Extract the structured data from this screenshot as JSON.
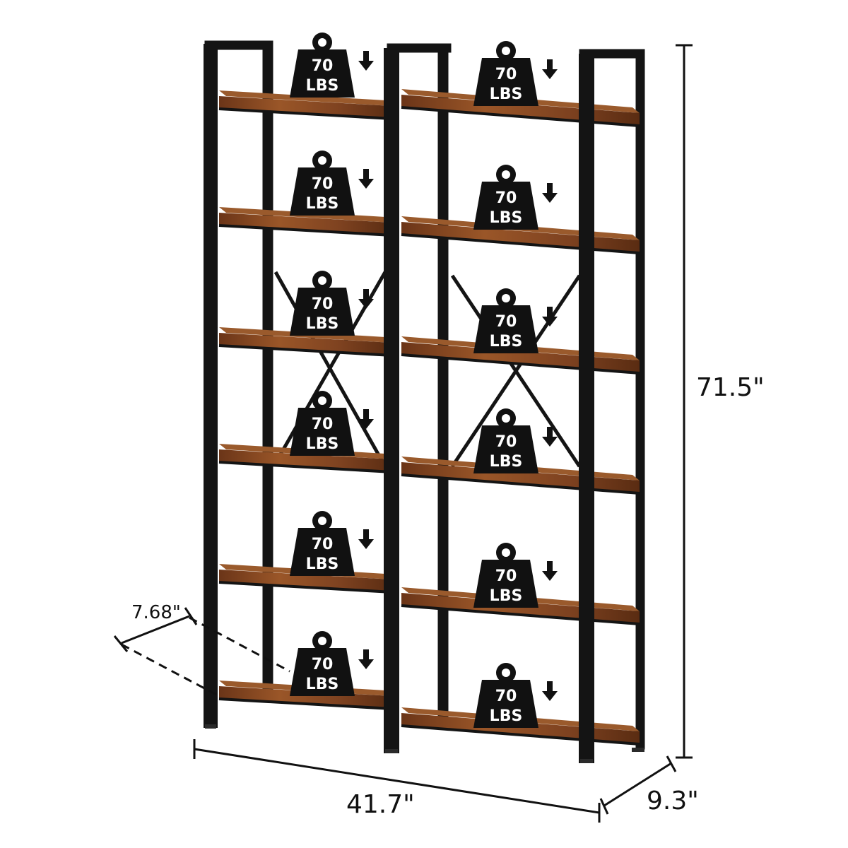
{
  "product": {
    "dimensions": {
      "height": "71.5\"",
      "width": "41.7\"",
      "depth": "9.3\"",
      "shelf_depth": "7.68\""
    },
    "weight_badge": {
      "value": "70",
      "unit": "LBS",
      "count_per_column": 6,
      "columns": 2,
      "icon": "weight-icon",
      "arrow_icon": "arrow-down-icon"
    },
    "colors": {
      "frame": "#141414",
      "wood": "#8a4a22",
      "wood_dark": "#5a2e14",
      "badge": "#111111"
    }
  }
}
